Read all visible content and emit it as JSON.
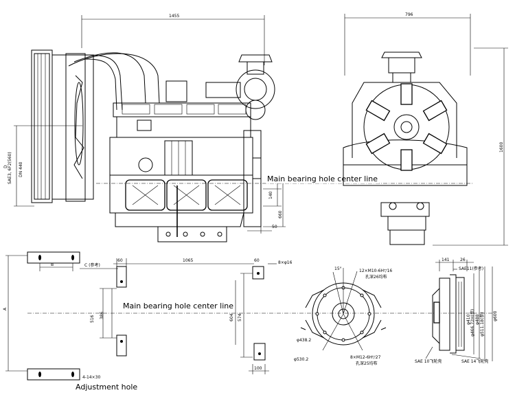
{
  "labels": {
    "main_bearing_top": "Main bearing hole center line",
    "main_bearing_bottom": "Main bearing hole center line",
    "adjustment_hole": "Adjustment hole"
  },
  "dims": {
    "overall_length": "1455",
    "overall_width": "796",
    "overall_height": "1600",
    "side_d_a": "D",
    "side_d_b": "SAE3, 6F2(560)",
    "side_d_c": "DN 440",
    "d140": "140",
    "d660": "660",
    "d50": "50",
    "d60a": "60",
    "d1065": "1065",
    "d60b": "60",
    "holes_top": "8×φ16",
    "d_a": "A",
    "d_b": "B",
    "d_c": "C (参考)",
    "d516": "516",
    "d386": "386",
    "d604": "604",
    "d574": "574",
    "d100": "100",
    "bottom_holes": "4-14×30",
    "fly_angle": "15°",
    "fly_thread_top": "12×M10-6H▽16",
    "fly_thread_top2": "孔深26均布",
    "fly_d438": "φ438.2",
    "fly_d530": "φ530.2",
    "fly_thread_bot": "8×M12-6H▽27",
    "fly_thread_bot2": "孔深25均布",
    "hs_141": "141",
    "hs_26": "26",
    "hs_top": "SAE11(参考)",
    "hs_410": "φ410",
    "hs_466": "φ466.72H(参)",
    "hs_488": "φ488",
    "hs_511": "φ511.18(参)",
    "hs_600": "φ600",
    "hs_sae10": "SAE 10飞轮壳",
    "hs_sae14": "SAE 14飞轮壳"
  }
}
